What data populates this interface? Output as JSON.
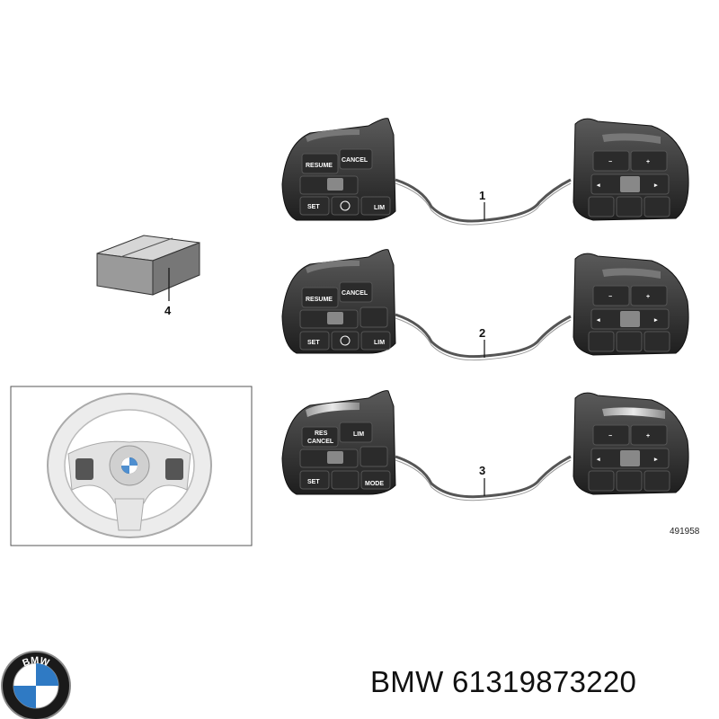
{
  "diagram": {
    "callouts": [
      "1",
      "2",
      "3",
      "4"
    ],
    "diagram_number": "491958",
    "switch_sets": [
      {
        "left_buttons": [
          "RESUME",
          "CANCEL",
          "SET",
          "LIM"
        ]
      },
      {
        "left_buttons": [
          "RESUME",
          "CANCEL",
          "SET",
          "LIM"
        ]
      },
      {
        "left_buttons": [
          "RES",
          "CANCEL",
          "LIM",
          "SET",
          "MODE"
        ]
      }
    ],
    "right_symbols": [
      "−",
      "+",
      "◂",
      "▸"
    ]
  },
  "brand": {
    "logo_letters": "BMW",
    "text": "BMW 61319873220"
  }
}
